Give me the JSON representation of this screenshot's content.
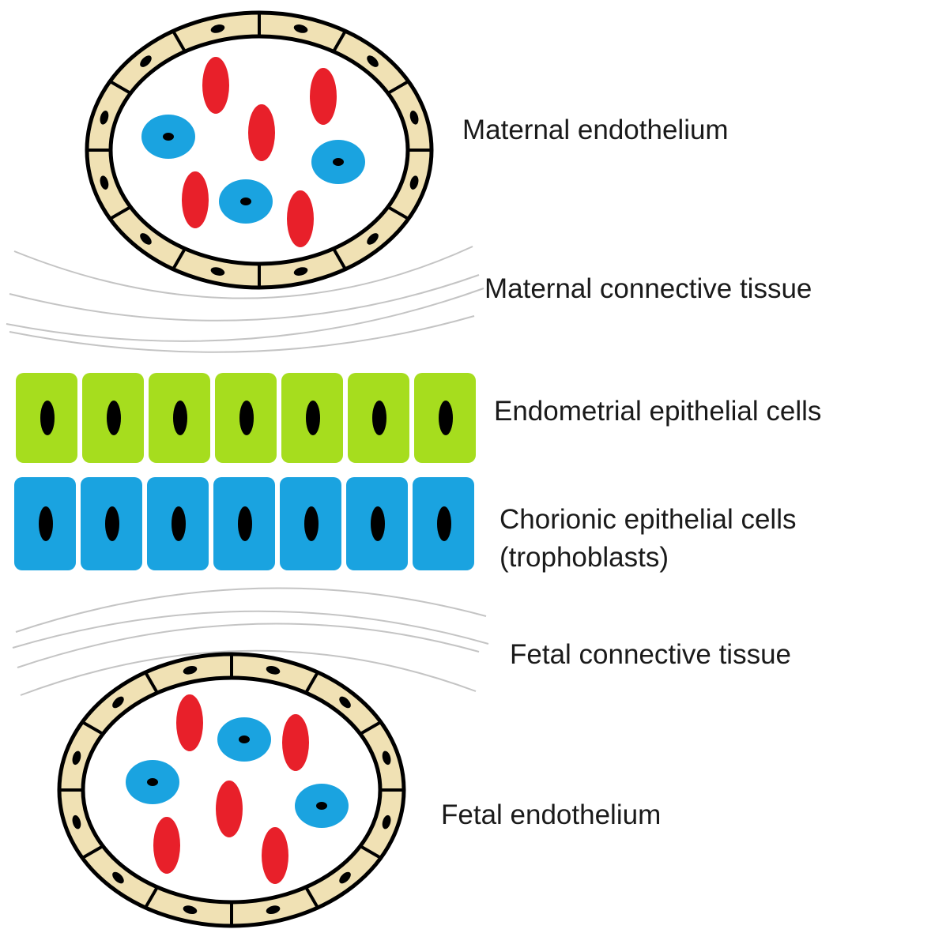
{
  "labels": {
    "maternal_endothelium": "Maternal endothelium",
    "maternal_connective_tissue": "Maternal connective tissue",
    "endometrial_epithelial_cells": "Endometrial epithelial cells",
    "chorionic_epithelial_cells_line1": "Chorionic epithelial cells",
    "chorionic_epithelial_cells_line2": "(trophoblasts)",
    "fetal_connective_tissue": "Fetal connective tissue",
    "fetal_endothelium": "Fetal endothelium"
  },
  "colors": {
    "endothelial_cell": "#f0e1b4",
    "outline": "#000000",
    "red_blood_cell": "#e8202a",
    "white_blood_cell": "#1aa3e0",
    "endometrial_cell": "#a6dd1e",
    "chorionic_cell": "#1aa3e0",
    "connective_fiber": "#c4c4c4"
  },
  "layers": {
    "endometrial_cell_count": 7,
    "chorionic_cell_count": 7
  }
}
